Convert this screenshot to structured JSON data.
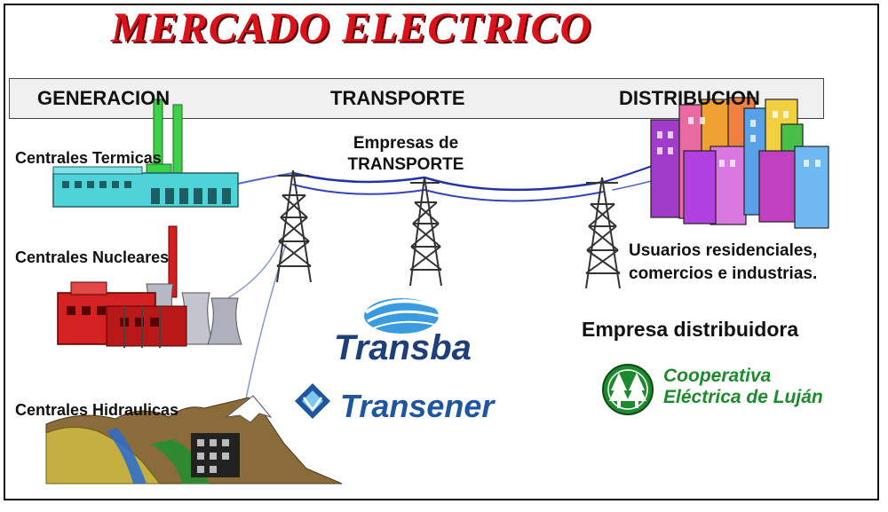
{
  "title": "MERCADO ELECTRICO",
  "stages": {
    "generacion": "GENERACION",
    "transporte": "TRANSPORTE",
    "distribucion": "DISTRIBUCION"
  },
  "generation": {
    "termicas": "Centrales Termicas",
    "nucleares": "Centrales Nucleares",
    "hidraulicas": "Centrales Hidraulicas"
  },
  "transport": {
    "label_line1": "Empresas de",
    "label_line2": "TRANSPORTE",
    "company1": "Transba",
    "company2": "Transener"
  },
  "distribution": {
    "users_line1": "Usuarios residenciales,",
    "users_line2": "comercios e industrias.",
    "company_label": "Empresa distribuidora",
    "coop_line1": "Cooperativa",
    "coop_line2": "Eléctrica de Luján"
  },
  "colors": {
    "title": "#d9121b",
    "transba": "#1f3f79",
    "transener": "#1e56a0",
    "cooperativa": "#1e8a2e"
  }
}
